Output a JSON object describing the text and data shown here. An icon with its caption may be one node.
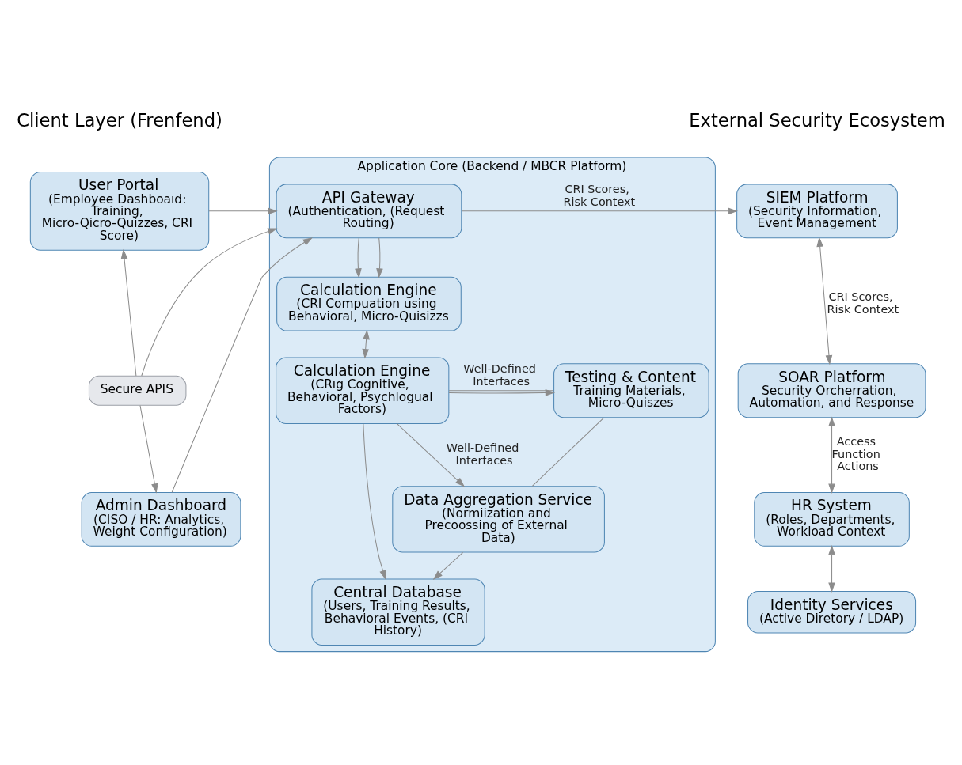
{
  "diagram": {
    "nodes": [
      {
        "text": [
          "User Portal",
          "(Employee Dashboaıd: Training, Micro-Qicro-Quizzes, CRI Score)"
        ]
      },
      {
        "text": [
          "Secure APIS"
        ]
      },
      {
        "text": [
          "Admin Dashboard",
          "(CISO / HR: Analytics, Weight Configuration)"
        ]
      },
      {
        "text": [
          "Application Core (Backend / MBCR Platform)"
        ]
      },
      {
        "text": [
          "API Gateway",
          "(Authentication, (Request Routing)"
        ],
        "in": 3
      },
      {
        "text": [
          "Calculation Engine",
          "(CRI Compuation using Behavioral, Micro-Quisizzs"
        ],
        "in": 3
      },
      {
        "text": [
          "Calculation Engine",
          "(CRıg Cognitive, Behavioral, Psychlogual Factors)"
        ],
        "in": 3
      },
      {
        "text": [
          "Testing & Content",
          "Training Materials, Micro-Quiszes"
        ],
        "in": 3
      },
      {
        "text": [
          "Data Aggregation Service",
          "(Normiization and Precoossing of External Data)"
        ],
        "in": 3
      },
      {
        "text": [
          "Central Database",
          "(Users, Training Results, Behavioral Events, (CRI History)"
        ],
        "in": 3
      },
      {
        "text": [
          "SIEM Platform",
          "(Security Information, Event Management"
        ]
      },
      {
        "text": [
          "SOAR Platform",
          "Security Orcherration, Automation, and Response"
        ]
      },
      {
        "text": [
          "HR System",
          "(Roles, Departments, Workload Context"
        ]
      },
      {
        "text": [
          "Identity Services",
          "(Active Diretory / LDAP)"
        ]
      }
    ],
    "edges": [
      {
        "from": 1,
        "to": 0,
        "arrow": "to"
      },
      {
        "from": 1,
        "to": 2,
        "arrow": "to"
      },
      {
        "from": 0,
        "to": 4,
        "arrow": "to"
      },
      {
        "from": 1,
        "to": 4,
        "arrow": "to"
      },
      {
        "from": 2,
        "to": 4,
        "arrow": "to"
      },
      {
        "from": 4,
        "to": 5,
        "arrow": "to"
      },
      {
        "from": 4,
        "to": 5,
        "arrow": "to"
      },
      {
        "from": 4,
        "to": 10,
        "arrow": "to",
        "label": "CRI Scores, Risk Context"
      },
      {
        "from": 5,
        "to": 6,
        "arrow": "both"
      },
      {
        "from": 6,
        "to": 7,
        "arrow": "none",
        "label": "Well-Defined Interfaces"
      },
      {
        "from": 6,
        "to": 7,
        "arrow": "to"
      },
      {
        "from": 6,
        "to": 8,
        "arrow": "to",
        "label": "Well-Defined Interfaces"
      },
      {
        "from": 7,
        "to": 8,
        "arrow": "none"
      },
      {
        "from": 8,
        "to": 9,
        "arrow": "to"
      },
      {
        "from": 6,
        "to": 9,
        "arrow": "to"
      },
      {
        "from": 10,
        "to": 11,
        "arrow": "both",
        "label": "CRI Scores, Risk Context"
      },
      {
        "from": 11,
        "to": 12,
        "arrow": "both",
        "label": "Access Function Actions"
      },
      {
        "from": 12,
        "to": 13,
        "arrow": "both"
      }
    ],
    "labels": [
      "Client Layer (Frenfend)",
      "External Security Ecosystem"
    ]
  }
}
